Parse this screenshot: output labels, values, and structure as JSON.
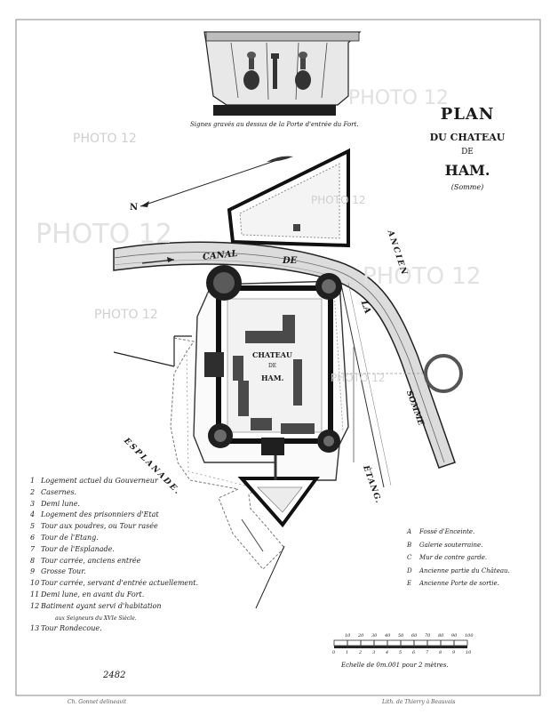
{
  "title": {
    "line1": "PLAN",
    "line2": "DU CHATEAU",
    "line3": "DE",
    "line4": "HAM.",
    "line5": "(Somme)"
  },
  "inscription_caption": "Signes gravés au dessus de la Porte d'entrée du Fort.",
  "watermark": "PHOTO 12",
  "map_labels": {
    "north": "N",
    "canal_word1": "CANAL",
    "canal_word2": "DE",
    "canal_word3": "LA",
    "canal_word4": "SOMME",
    "ancien": "ANCIEN",
    "etang": "ÉTANG.",
    "esplanade": "ESPLANADE.",
    "chateau1": "CHATEAU",
    "chateau2": "DE",
    "chateau3": "HAM."
  },
  "legend_numbers": [
    {
      "n": "1",
      "text": "Logement actuel du Gouverneur"
    },
    {
      "n": "2",
      "text": "Casernes."
    },
    {
      "n": "3",
      "text": "Demi lune."
    },
    {
      "n": "4",
      "text": "Logement des prisonniers d'Etat"
    },
    {
      "n": "5",
      "text": "Tour aux poudres, ou Tour rasée"
    },
    {
      "n": "6",
      "text": "Tour de l'Etang."
    },
    {
      "n": "7",
      "text": "Tour de l'Esplanade."
    },
    {
      "n": "8",
      "text": "Tour carrée, anciens entrée"
    },
    {
      "n": "9",
      "text": "Grosse Tour."
    },
    {
      "n": "10",
      "text": "Tour carrée, servant d'entrée actuellement."
    },
    {
      "n": "11",
      "text": "Demi lune, en avant du Fort."
    },
    {
      "n": "12",
      "text": "Batiment ayant servi d'habitation"
    },
    {
      "n": "",
      "text": "aux Seigneurs du XVIe Siècle."
    },
    {
      "n": "13",
      "text": "Tour Rondecoue."
    }
  ],
  "legend_letters": [
    {
      "k": "A",
      "text": "Fossé d'Enceinte."
    },
    {
      "k": "B",
      "text": "Galerie souterraine."
    },
    {
      "k": "C",
      "text": "Mur de contre garde."
    },
    {
      "k": "D",
      "text": "Ancienne partie du Château."
    },
    {
      "k": "E",
      "text": "Ancienne Porte de sortie."
    }
  ],
  "scale": {
    "top_ticks": [
      "10",
      "20",
      "30",
      "40",
      "50",
      "60",
      "70",
      "80",
      "90",
      "100"
    ],
    "bottom_ticks": [
      "0",
      "1",
      "2",
      "3",
      "4",
      "5",
      "6",
      "7",
      "8",
      "9",
      "10"
    ],
    "caption": "Echelle de 0m.001 pour 2 mètres."
  },
  "plate_number": "2482",
  "credit_left": "Ch. Gonnet delineavit",
  "credit_right": "Lith. de Thierry à Beauvais"
}
